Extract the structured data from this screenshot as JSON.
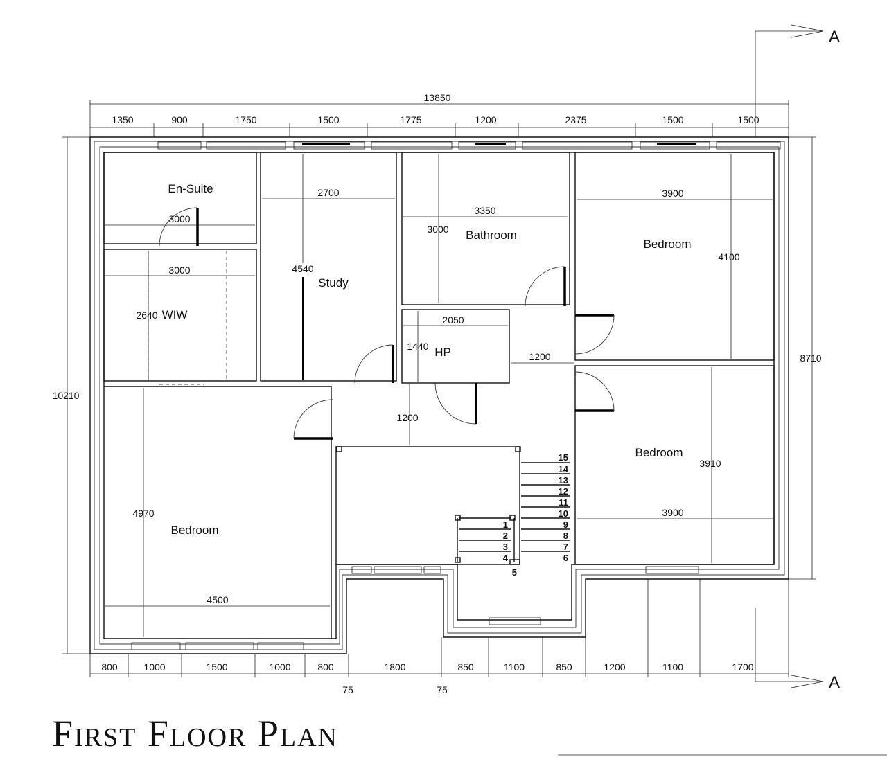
{
  "title": "First Floor Plan",
  "section_marker": "A",
  "rooms": {
    "ensuite": "En-Suite",
    "wiw": "WIW",
    "study": "Study",
    "bathroom": "Bathroom",
    "hp": "HP",
    "bedroom_top_right": "Bedroom",
    "bedroom_bottom_right": "Bedroom",
    "bedroom_left": "Bedroom"
  },
  "dims": {
    "overall_width": "13850",
    "top": [
      "1350",
      "900",
      "1750",
      "1500",
      "1775",
      "1200",
      "2375",
      "1500",
      "1500"
    ],
    "bottom": [
      "800",
      "1000",
      "1500",
      "1000",
      "800",
      "1800",
      "850",
      "1100",
      "850",
      "1200",
      "1100",
      "1700"
    ],
    "bottom_offsets": [
      "75",
      "75"
    ],
    "left_height": "10210",
    "right_height": "8710",
    "ensuite_width": "3000",
    "wiw_width": "3000",
    "wiw_depth": "2640",
    "study_width": "2700",
    "study_depth": "4540",
    "bathroom_width": "3350",
    "bathroom_depth": "3000",
    "hp_width": "2050",
    "hp_depth": "1440",
    "bedroom_tr_width": "3900",
    "bedroom_tr_depth": "4100",
    "bedroom_br_width": "3900",
    "bedroom_br_depth": "3910",
    "bedroom_left_width": "4500",
    "bedroom_left_depth": "4970",
    "corridor_width": "1200",
    "landing_width": "1200"
  },
  "stairs": [
    "1",
    "2",
    "3",
    "4",
    "5",
    "6",
    "7",
    "8",
    "9",
    "10",
    "11",
    "12",
    "13",
    "14",
    "15"
  ]
}
